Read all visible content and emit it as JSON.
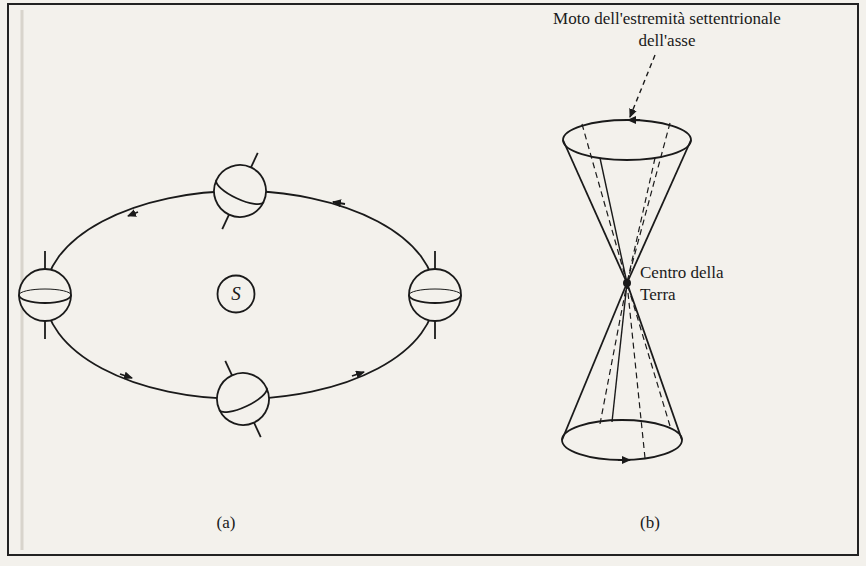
{
  "diagram": {
    "nodes": [
      {
        "text": [
          "S"
        ]
      }
    ],
    "labels": [
      "Moto dell'estremità settentrionale dell'asse",
      "Centro della Terra",
      "(a)",
      "(b)"
    ]
  }
}
